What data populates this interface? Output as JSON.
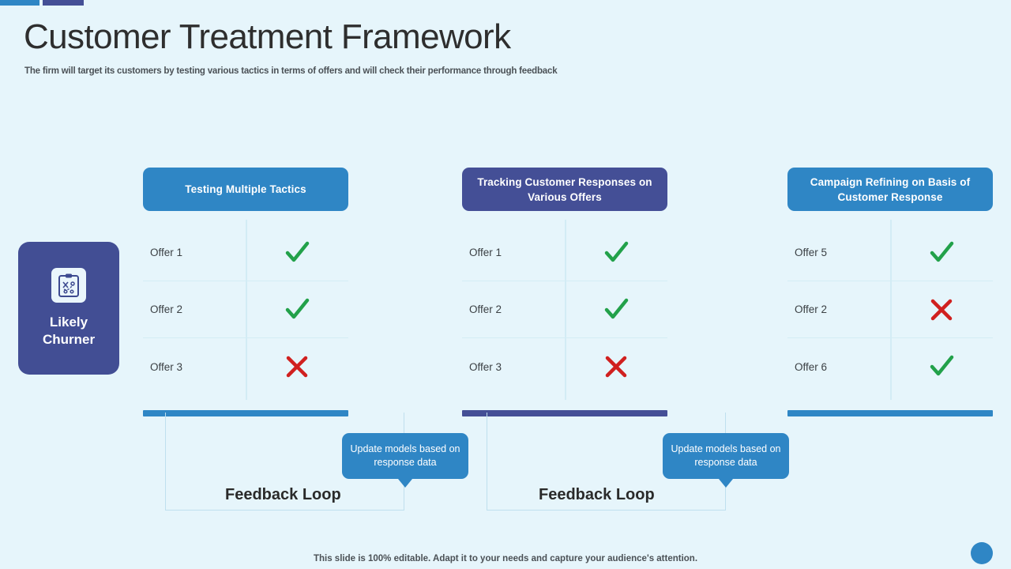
{
  "accent_bars": [
    {
      "name": "accent-bar-blue",
      "color": "#2f86c5"
    },
    {
      "name": "accent-bar-navy",
      "color": "#444f96"
    }
  ],
  "header": {
    "title": "Customer Treatment Framework",
    "subtitle": "The firm will target its customers by testing various tactics in terms of offers and will check their performance through feedback"
  },
  "churner": {
    "icon": "clipboard-strategy-icon",
    "label_line1": "Likely",
    "label_line2": "Churner",
    "color": "#424e94"
  },
  "columns": [
    {
      "id": "testing-multiple-tactics",
      "header": "Testing Multiple Tactics",
      "accent": "#2f86c5",
      "theme": "blue",
      "rows": [
        {
          "label": "Offer 1",
          "mark": "check-icon",
          "status": "yes"
        },
        {
          "label": "Offer 2",
          "mark": "check-icon",
          "status": "yes"
        },
        {
          "label": "Offer 3",
          "mark": "cross-icon",
          "status": "no"
        }
      ]
    },
    {
      "id": "tracking-customer-responses",
      "header": "Tracking Customer Responses on Various Offers",
      "accent": "#444f96",
      "theme": "navy",
      "rows": [
        {
          "label": "Offer 1",
          "mark": "check-icon",
          "status": "yes"
        },
        {
          "label": "Offer 2",
          "mark": "check-icon",
          "status": "yes"
        },
        {
          "label": "Offer 3",
          "mark": "cross-icon",
          "status": "no"
        }
      ]
    },
    {
      "id": "campaign-refining",
      "header": "Campaign Refining on Basis of Customer Response",
      "accent": "#2f86c5",
      "theme": "blue",
      "rows": [
        {
          "label": "Offer 5",
          "mark": "check-icon",
          "status": "yes"
        },
        {
          "label": "Offer 2",
          "mark": "cross-icon",
          "status": "no"
        },
        {
          "label": "Offer 6",
          "mark": "check-icon",
          "status": "yes"
        }
      ]
    }
  ],
  "feedback_loops": [
    {
      "label": "Feedback Loop",
      "callout": "Update models based on response data"
    },
    {
      "label": "Feedback Loop",
      "callout": "Update models based on response data"
    }
  ],
  "footer": {
    "note": "This slide is 100% editable. Adapt it to your needs and capture your audience's attention.",
    "dot": "decorative-circle"
  },
  "colors": {
    "background": "#e6f5fb",
    "blue": "#2f86c5",
    "navy": "#444f96",
    "check_green": "#22a14a",
    "cross_red": "#d0201f",
    "divider": "#d3ecf5"
  }
}
